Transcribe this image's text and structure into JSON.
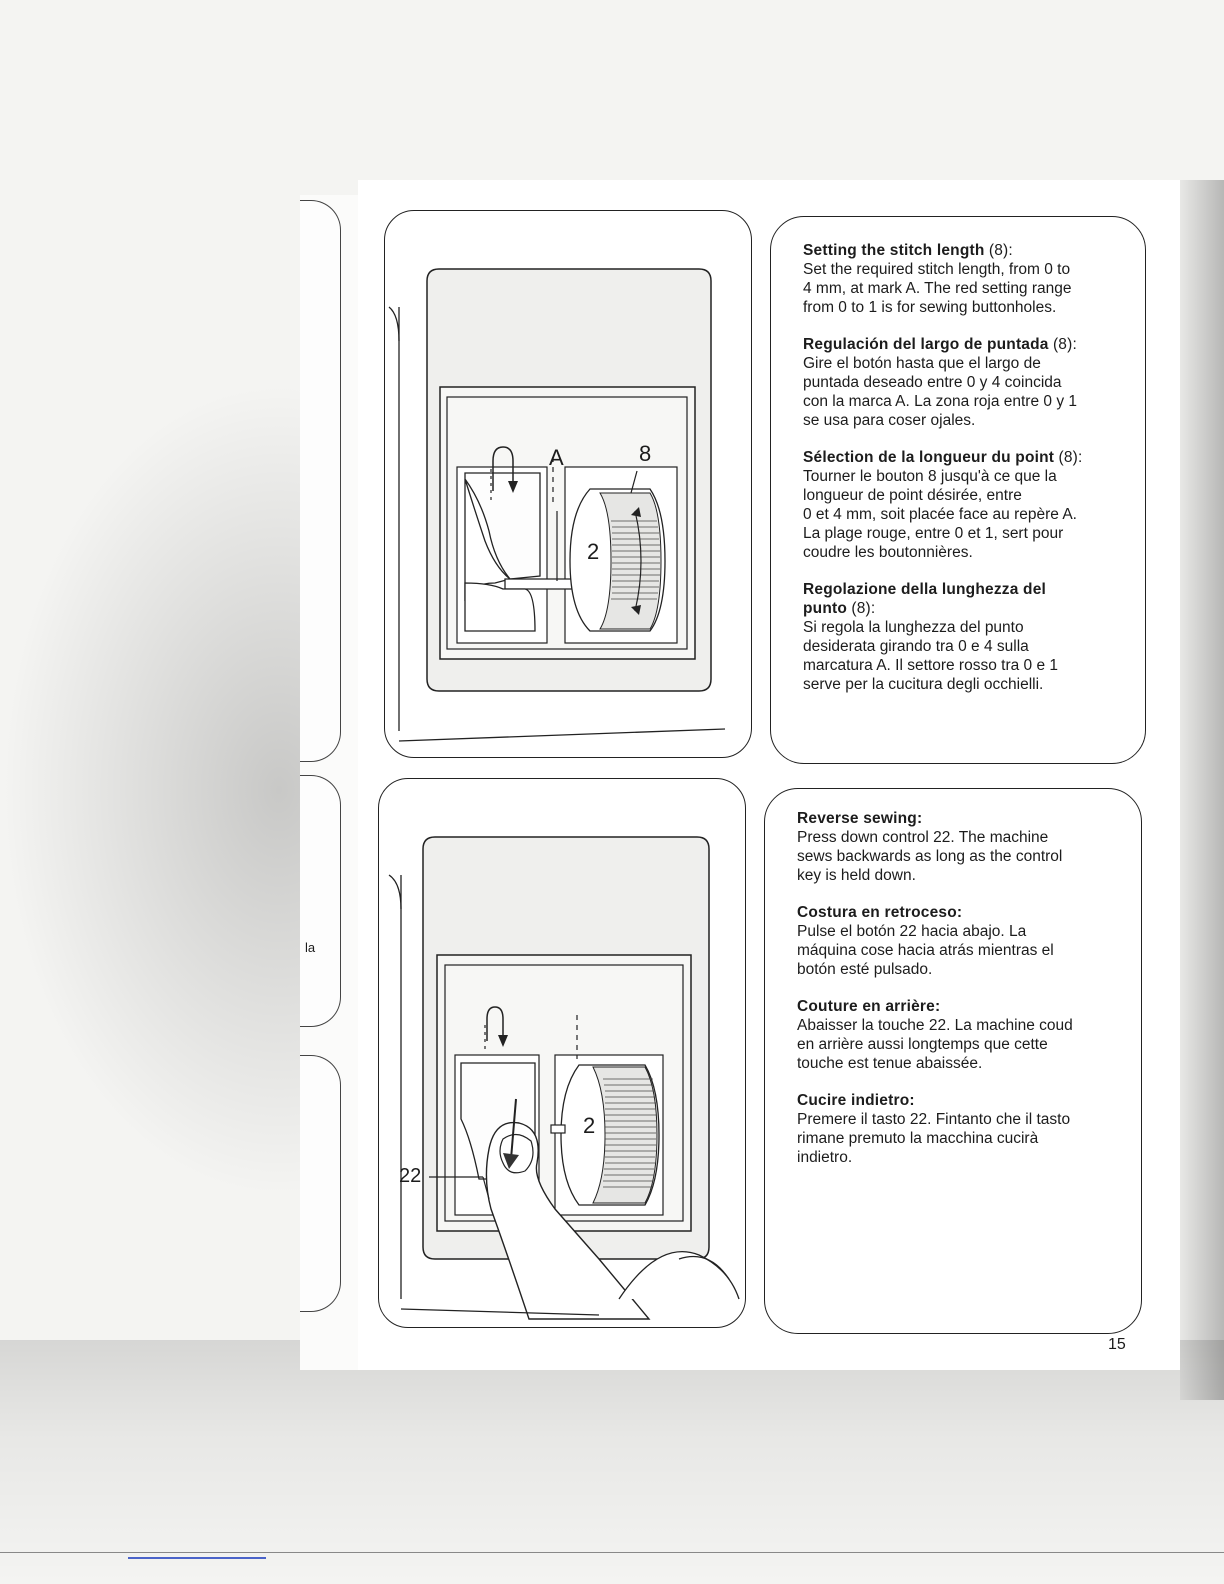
{
  "page_number": "15",
  "prev_page_fragment": "la",
  "stitch_length": {
    "figure_labels": {
      "mark": "A",
      "knob": "8",
      "dial_value": "2"
    },
    "sections": [
      {
        "heading": "Setting the stitch length",
        "ref": "(8):",
        "body": "Set the required stitch length, from 0 to\n4 mm, at mark A. The red setting range\nfrom 0 to 1 is for sewing buttonholes."
      },
      {
        "heading": "Regulación del largo de puntada",
        "ref": "(8):",
        "body": "Gire el botón hasta que el largo de\npuntada deseado entre 0 y 4 coincida\ncon la marca A. La zona roja entre 0 y 1\nse usa para coser ojales."
      },
      {
        "heading": "Sélection de la longueur du point",
        "ref": "(8):",
        "body": "Tourner le bouton 8 jusqu'à ce que la\nlongueur de point désirée, entre\n0 et 4 mm, soit placée face au repère A.\nLa plage rouge, entre 0 et 1, sert pour\ncoudre les boutonnières."
      },
      {
        "heading": "Regolazione della lunghezza del\npunto",
        "ref": "(8):",
        "body": "Si regola la lunghezza del punto\ndesiderata girando tra 0 e 4 sulla\nmarcatura A. Il settore rosso tra 0 e 1\nserve per la cucitura degli occhielli."
      }
    ]
  },
  "reverse_sewing": {
    "figure_labels": {
      "control": "22",
      "dial_value": "2"
    },
    "sections": [
      {
        "heading": "Reverse sewing:",
        "ref": "",
        "body": "Press down control 22. The machine\nsews backwards as long as the control\nkey is held down."
      },
      {
        "heading": "Costura en retroceso:",
        "ref": "",
        "body": "Pulse el botón 22 hacia abajo. La\nmáquina cose hacia atrás mientras el\nbotón esté pulsado."
      },
      {
        "heading": "Couture en arrière:",
        "ref": "",
        "body": "Abaisser la touche 22. La machine coud\nen arrière aussi longtemps que cette\ntouche est tenue abaissée."
      },
      {
        "heading": "Cucire indietro:",
        "ref": "",
        "body": "Premere il tasto 22. Fintanto che il tasto\nrimane premuto la macchina cucirà\nindietro."
      }
    ]
  }
}
